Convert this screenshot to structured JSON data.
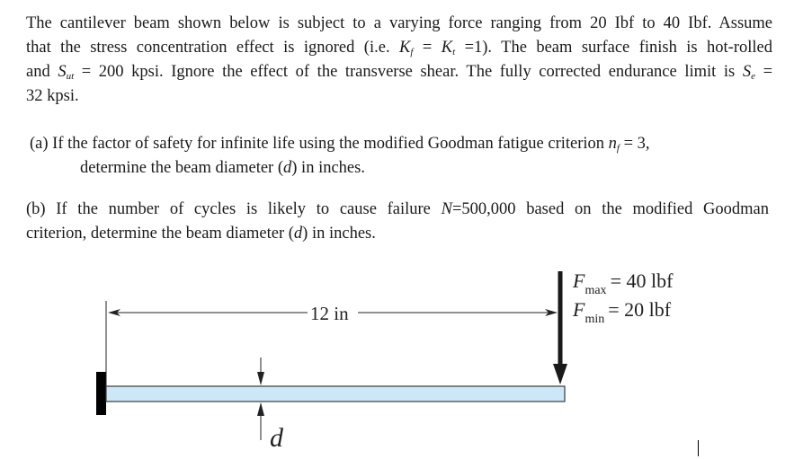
{
  "problem": {
    "intro_lines": [
      "The cantilever beam shown  below is subject to a varying force ranging from 20 Ibf to 40 Ibf. Assume",
      "that  the stress concentration effect is ignored (i.e. K",
      "and S",
      "32 kpsi."
    ],
    "intro": {
      "line1": "The cantilever beam shown  below is subject to a varying force ranging from 20 Ibf to 40 Ibf. Assume",
      "line2_a": "that  the stress concentration effect is ignored (i.e. ",
      "line2_K": "K",
      "line2_f": "f",
      "line2_b": " = ",
      "line2_Kt": "K",
      "line2_t": "t",
      "line2_c": " =1). The beam  surface finish  is hot-rolled",
      "line3_a": "and ",
      "line3_S": "S",
      "line3_ut": "ut",
      "line3_b": " = 200 kpsi. Ignore the effect of the transverse shear. The fully corrected endurance limit is ",
      "line3_Se": "S",
      "line3_e": "e",
      "line3_c": " =",
      "line4": "32 kpsi."
    },
    "part_a": {
      "line1_a": "(a) If the factor of safety for infinite life using the modified Goodman fatigue criterion ",
      "line1_n": "n",
      "line1_f": "f",
      "line1_b": " = 3,",
      "line2_a": "determine the beam diameter (",
      "line2_d": "d",
      "line2_b": ") in inches."
    },
    "part_b": {
      "line1_a": "(b) If the number of cycles is likely to cause failure ",
      "line1_N": "N",
      "line1_b": "=500,000 based on the modified Goodman",
      "line2_a": "criterion, determine the beam diameter (",
      "line2_d": "d",
      "line2_b": ") in inches."
    }
  },
  "figure": {
    "length_label": "12 in",
    "diameter_label": "d",
    "fmax_symbol": "F",
    "fmax_sub": "max",
    "fmax_value": "= 40 lbf",
    "fmin_symbol": "F",
    "fmin_sub": "min",
    "fmin_value": "= 20 lbf",
    "colors": {
      "beam_fill": "#cce8f8",
      "beam_stroke": "#3a3a3a",
      "wall": "#000000",
      "force_arrow": "#1a1a1a"
    }
  }
}
